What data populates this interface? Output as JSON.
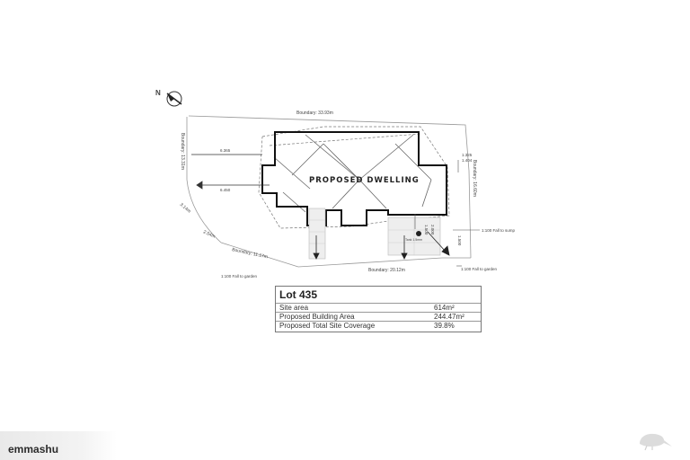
{
  "plan": {
    "dwelling_label": "PROPOSED DWELLING",
    "boundary_top": "Boundary: 33.93m",
    "boundary_left": "Boundary: 13.31m",
    "boundary_right": "Boundary: 16.60m",
    "boundary_bottom_left": "Boundary: 11.17m",
    "boundary_bottom": "Boundary: 20.12m",
    "dim_curve_a": "3.14m",
    "dim_curve_b": "2.54m",
    "setback_upper": "6.365",
    "setback_lower": "6.450",
    "dim_right_a": "1.325",
    "dim_right_b": "1.404",
    "dim_right_c": "1.500",
    "dim_lower_a": "1.500",
    "dim_lower_b": "2.000",
    "tank_label": "Tank 1.5mm",
    "fall_sump": "1:100 Fall to sump",
    "fall_garden_left": "1:100 Fall to garden",
    "fall_garden_right": "1:100 Fall to garden"
  },
  "lot": {
    "title": "Lot 435",
    "rows": [
      {
        "label": "Site area",
        "value": "614m²"
      },
      {
        "label": "Proposed Building Area",
        "value": "244.47m²"
      },
      {
        "label": "Proposed Total Site Coverage",
        "value": "39.8%"
      }
    ]
  },
  "footer": {
    "username": "emmashu"
  },
  "icons": {
    "north": "north-arrow-icon",
    "brand": "kiwi-logo-icon"
  }
}
